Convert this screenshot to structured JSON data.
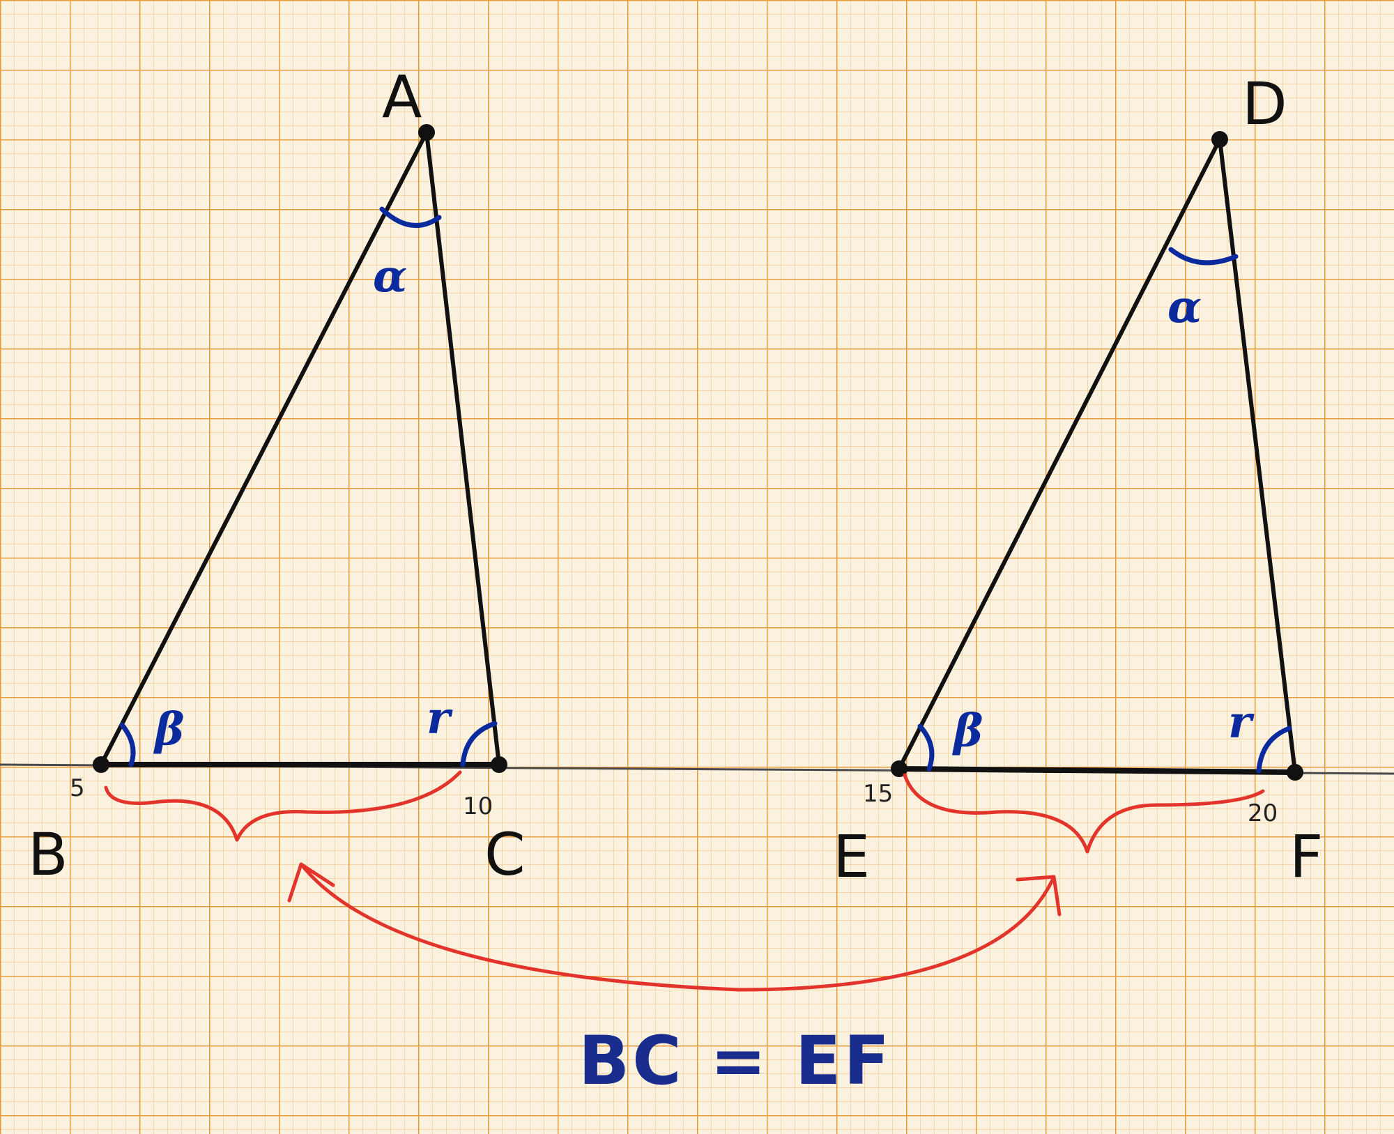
{
  "vertices": {
    "A": "A",
    "B": "B",
    "C": "C",
    "D": "D",
    "E": "E",
    "F": "F"
  },
  "angle_labels": {
    "alpha": "α",
    "beta": "β",
    "gamma": "r"
  },
  "axis_ticks": {
    "t5": "5",
    "t10": "10",
    "t15": "15",
    "t20": "20"
  },
  "equation": "BC = EF",
  "colors": {
    "paper": "#fbf1df",
    "grid_major": "#e79a3e",
    "grid_minor": "#f3c98f",
    "ink": "#111111",
    "angle_ink": "#0a2a9e",
    "brace_ink": "#e2342b"
  }
}
